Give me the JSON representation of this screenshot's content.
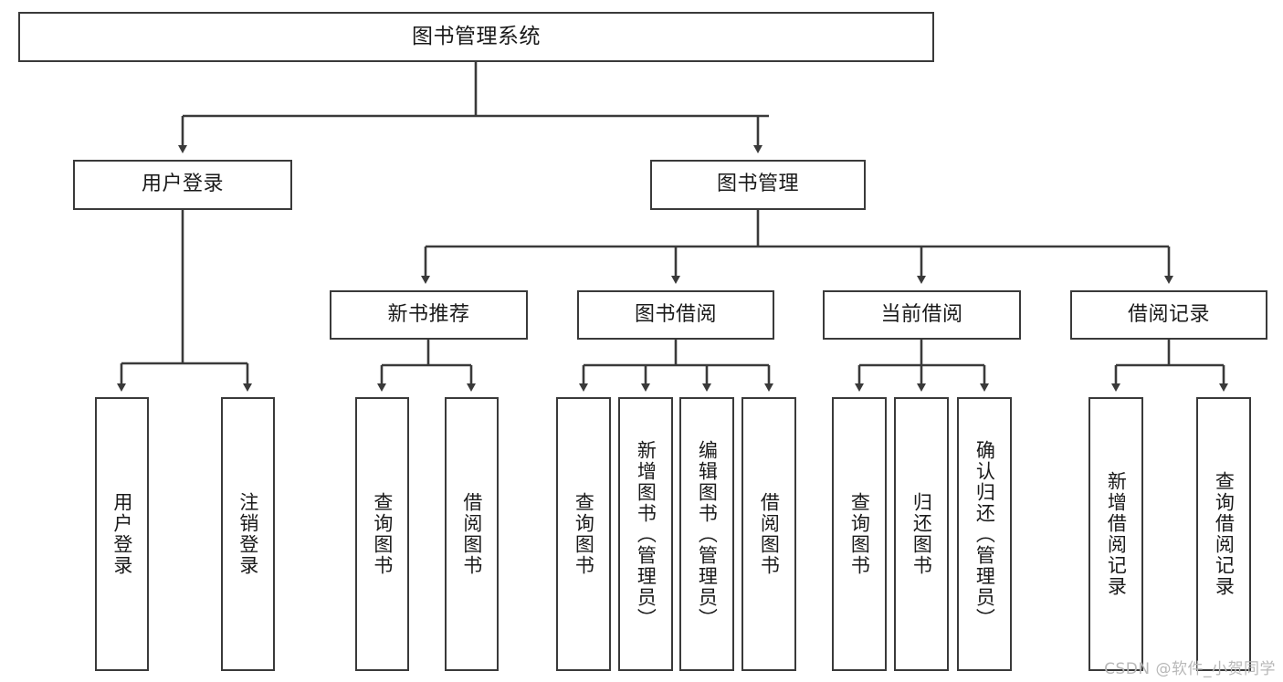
{
  "diagram": {
    "title": "图书管理系统",
    "type": "tree-hierarchy-diagram",
    "colors": {
      "stroke": "#3a3a3a",
      "fill": "#ffffff",
      "text": "#1a1a1a",
      "watermark": "#b8b8b8"
    },
    "root": {
      "label": "图书管理系统"
    },
    "level2": [
      {
        "label": "用户登录"
      },
      {
        "label": "图书管理"
      }
    ],
    "level3": [
      {
        "label": "新书推荐"
      },
      {
        "label": "图书借阅"
      },
      {
        "label": "当前借阅"
      },
      {
        "label": "借阅记录"
      }
    ],
    "leaves": {
      "user_login": [
        {
          "label": "用户登录"
        },
        {
          "label": "注销登录"
        }
      ],
      "new_book_recommend": [
        {
          "label": "查询图书"
        },
        {
          "label": "借阅图书"
        }
      ],
      "book_borrow": [
        {
          "label": "查询图书"
        },
        {
          "label": "新增图书（管理员）"
        },
        {
          "label": "编辑图书（管理员）"
        },
        {
          "label": "借阅图书"
        }
      ],
      "current_borrow": [
        {
          "label": "查询图书"
        },
        {
          "label": "归还图书"
        },
        {
          "label": "确认归还（管理员）"
        }
      ],
      "borrow_record": [
        {
          "label": "新增借阅记录"
        },
        {
          "label": "查询借阅记录"
        }
      ]
    }
  },
  "watermark": {
    "text": "CSDN @软件_小贺同学"
  }
}
